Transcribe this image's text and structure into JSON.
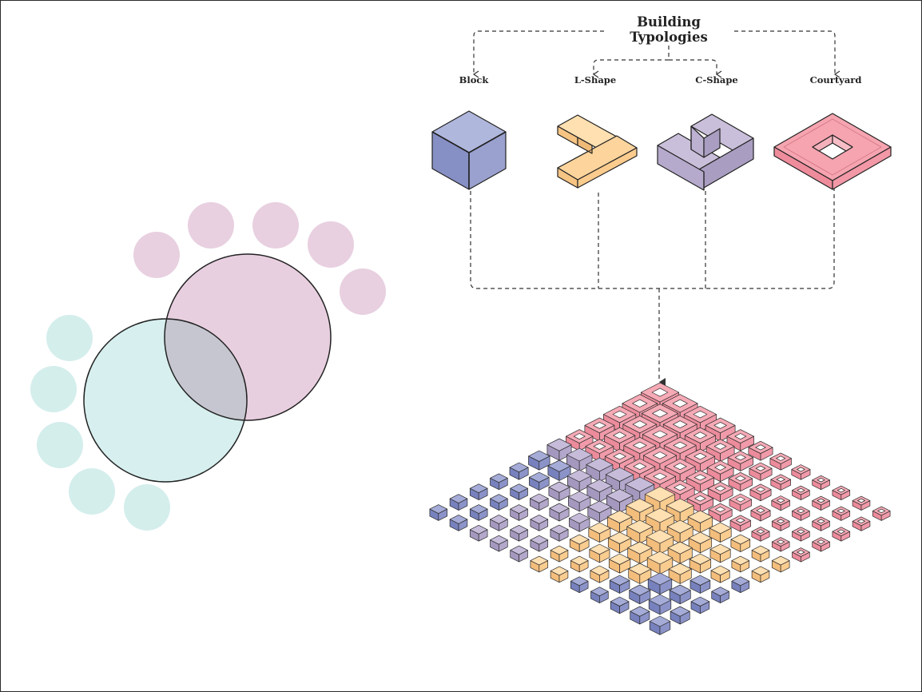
{
  "diagram": {
    "title_line1": "Building",
    "title_line2": "Typologies",
    "typologies": [
      {
        "label": "Block",
        "color": "#8e97c8"
      },
      {
        "label": "L-Shape",
        "color": "#fbcf94"
      },
      {
        "label": "C-Shape",
        "color": "#b4a8c9"
      },
      {
        "label": "Courtyard",
        "color": "#f19aa8"
      }
    ],
    "venn": {
      "left_color": "#d7efef",
      "right_color": "#e8cfe0",
      "overlap_color": "#c6c6d0",
      "small_left_color": "#d4eeec",
      "small_right_color": "#e8d0e0"
    }
  }
}
